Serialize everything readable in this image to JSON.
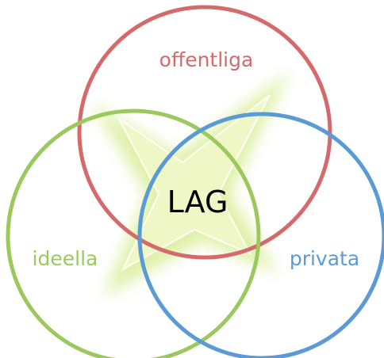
{
  "diagram": {
    "center_label": "LAG",
    "sets": [
      {
        "label": "offentliga",
        "color": "#d46a6a"
      },
      {
        "label": "ideella",
        "color": "#9cc95e"
      },
      {
        "label": "privata",
        "color": "#5b9bd5"
      }
    ],
    "star_color": "#dcef9e",
    "center_label_color": "#000000"
  }
}
